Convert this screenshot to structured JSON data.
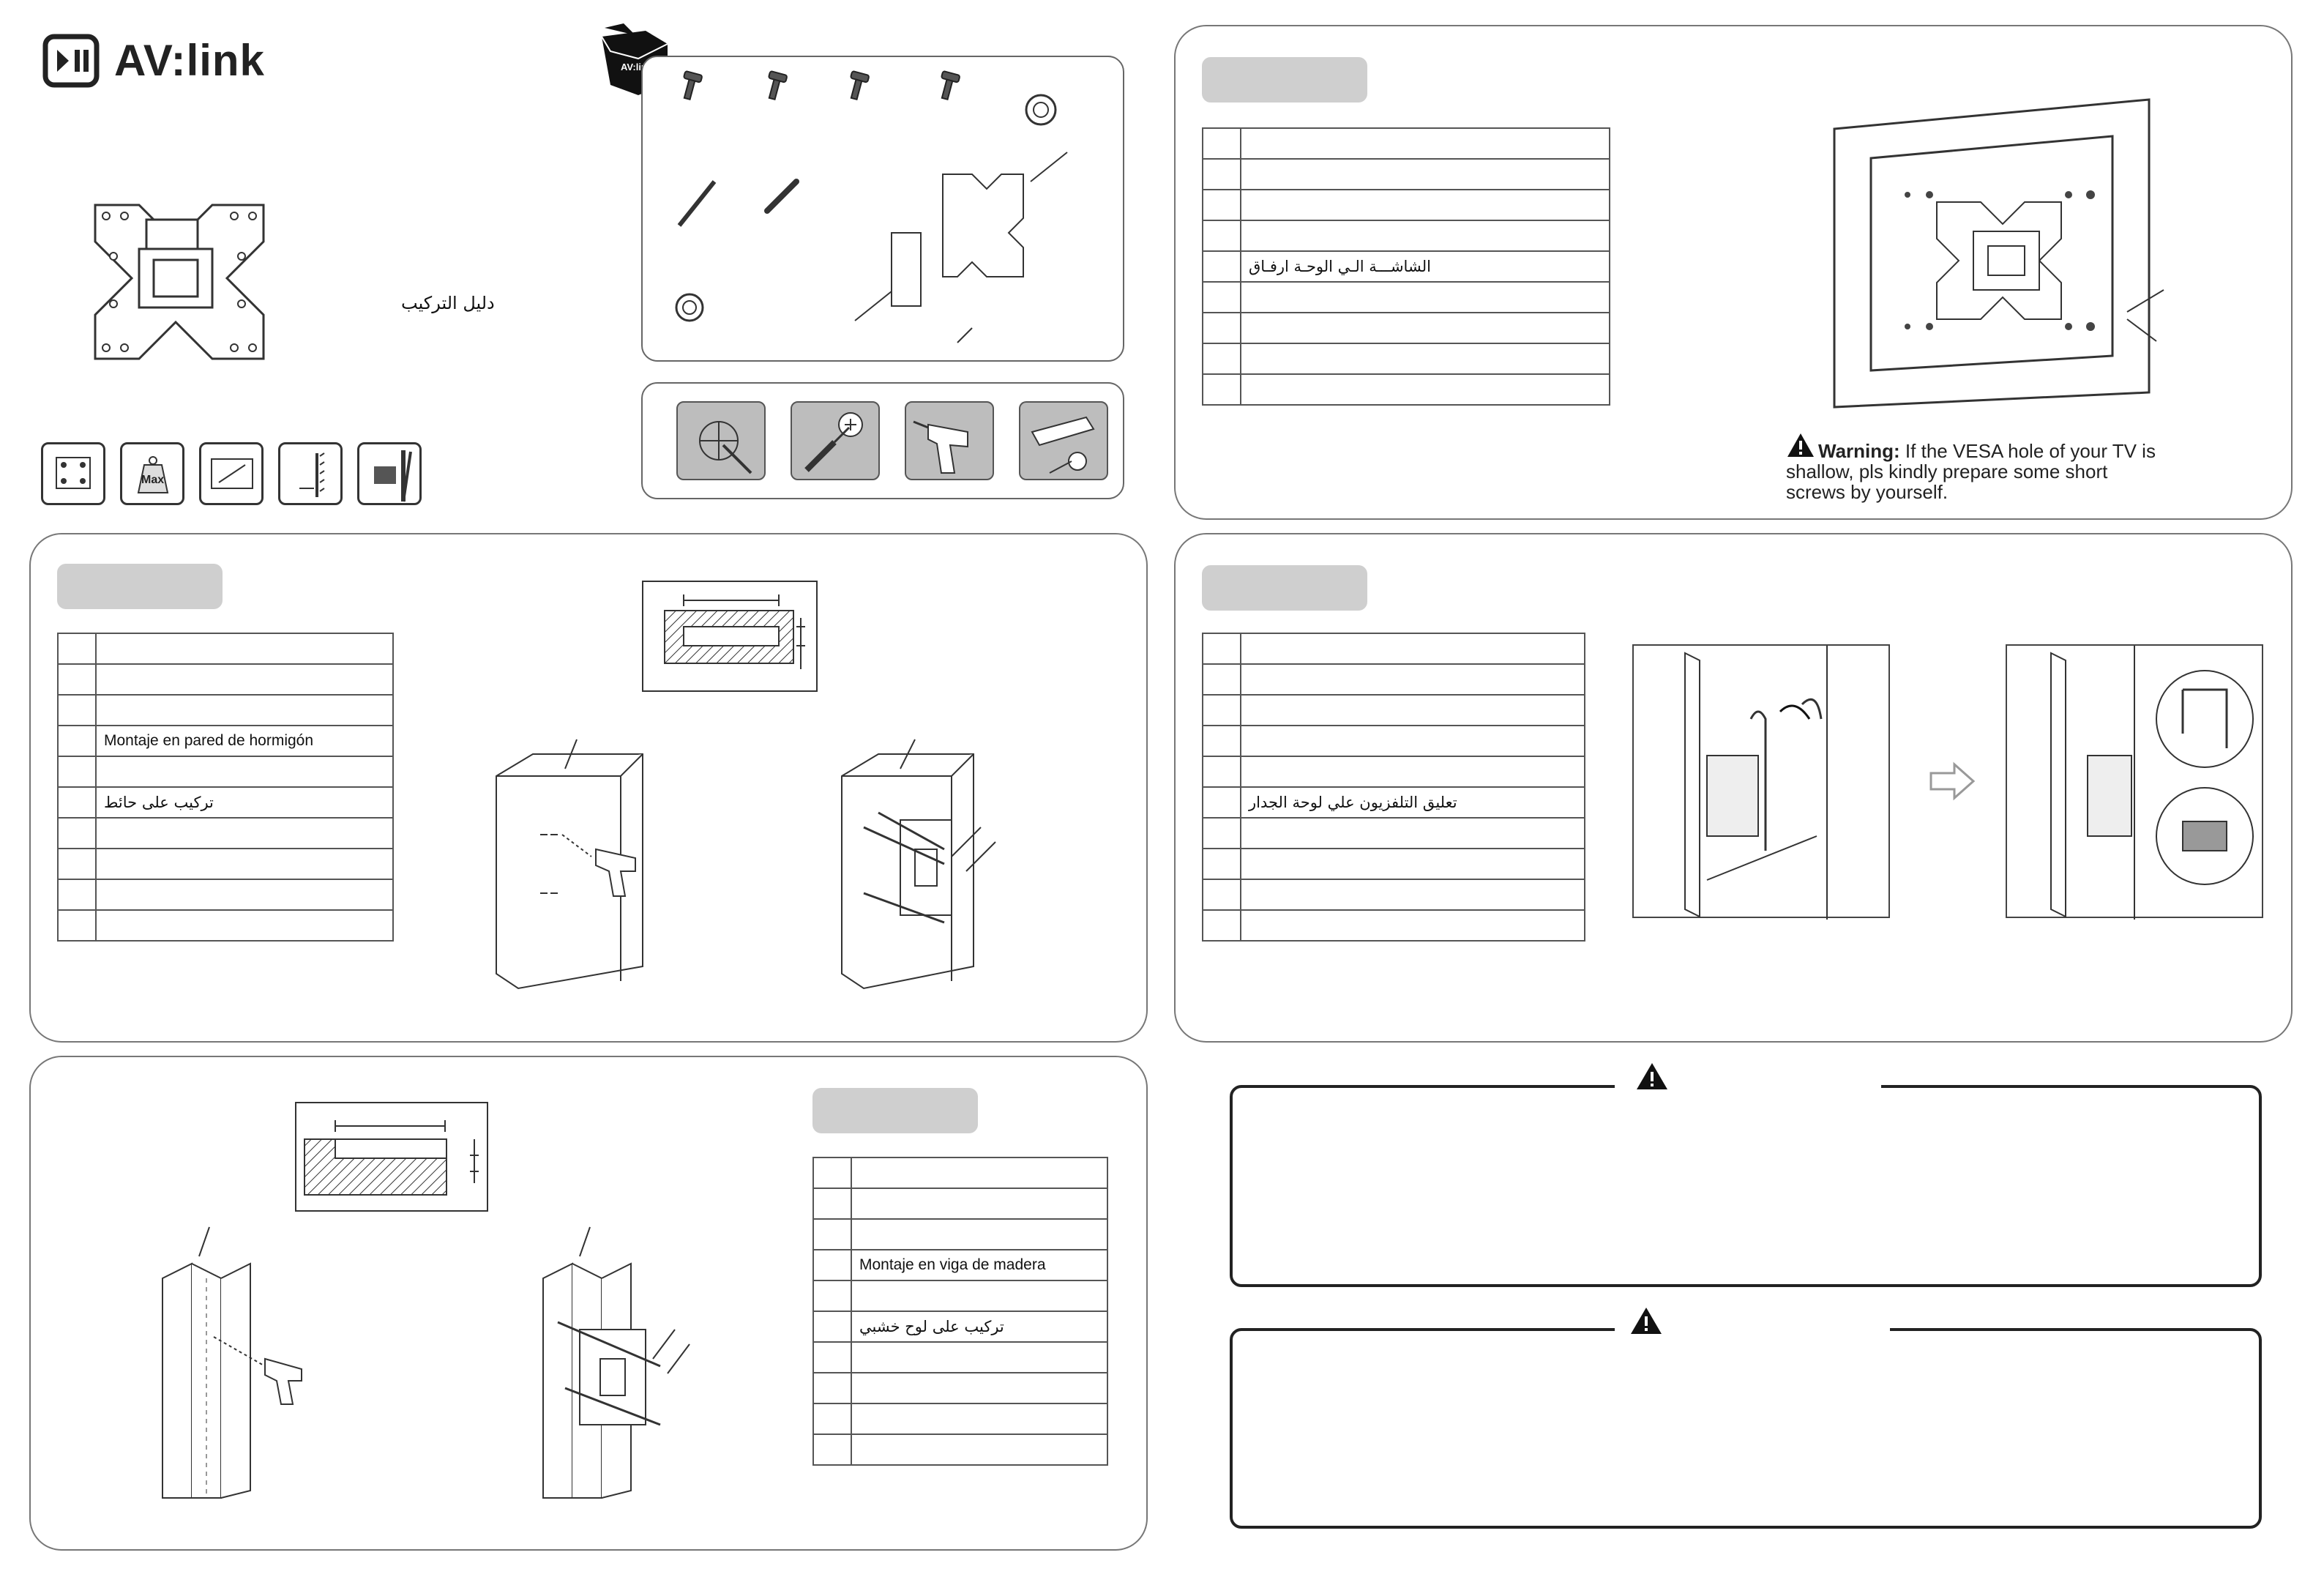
{
  "brand": {
    "logo_text": "AV:link",
    "box_label": "AV:link"
  },
  "cover": {
    "title_ar": "دليل التركيب"
  },
  "feature_icons": [
    "vesa-icon",
    "max-load-icon",
    "screen-size-icon",
    "wall-distance-icon",
    "tilt-icon"
  ],
  "feature_icon_labels": {
    "max": "Max"
  },
  "tools": [
    "pencil-mark-icon",
    "screwdriver-icon",
    "drill-icon",
    "level-tape-icon"
  ],
  "step_tv": {
    "rows": [
      "",
      "",
      "",
      "",
      "الشاشـــة الـي الوحـة ارفـاق",
      "",
      "",
      "",
      ""
    ],
    "warning_title": "Warning:",
    "warning_text": "If the VESA hole of your TV is shallow, pls kindly prepare some short screws by yourself."
  },
  "step_concrete": {
    "rows": [
      "",
      "",
      "",
      "Montaje en pared de hormigón",
      "",
      "تركيب على حائط",
      "",
      "",
      "",
      ""
    ]
  },
  "step_hang": {
    "rows": [
      "",
      "",
      "",
      "",
      "",
      "تعليق التلفزيون علي لوحة الجدار",
      "",
      "",
      "",
      ""
    ]
  },
  "step_wood": {
    "rows": [
      "",
      "",
      "",
      "Montaje en viga de madera",
      "",
      "تركيب على لوح خشبي",
      "",
      "",
      "",
      ""
    ]
  },
  "colors": {
    "panel_border": "#777777",
    "tag_gray": "#cfcfcf",
    "tool_gray": "#bdbdbd"
  }
}
